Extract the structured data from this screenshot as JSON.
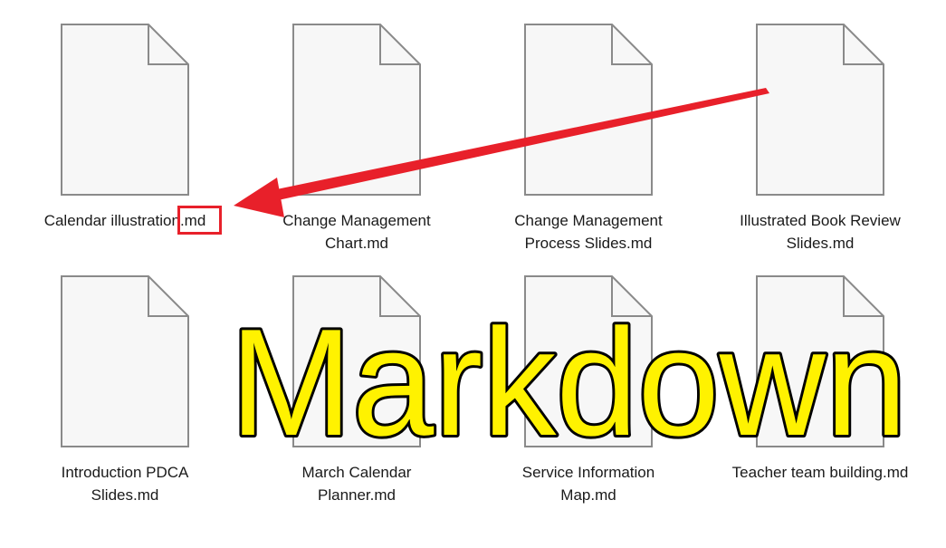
{
  "files": [
    {
      "line1": "Calendar illustration.md",
      "line2": ""
    },
    {
      "line1": "Change Management",
      "line2": "Chart.md"
    },
    {
      "line1": "Change Management",
      "line2": "Process Slides.md"
    },
    {
      "line1": "Illustrated Book Review",
      "line2": "Slides.md"
    },
    {
      "line1": "Introduction PDCA",
      "line2": "Slides.md"
    },
    {
      "line1": "March Calendar",
      "line2": "Planner.md"
    },
    {
      "line1": "Service Information",
      "line2": "Map.md"
    },
    {
      "line1": "Teacher team building.md",
      "line2": ""
    }
  ],
  "annotation": {
    "highlighted_extension": ".md",
    "overlay_text": "Markdown",
    "arrow_color": "#e8202a",
    "overlay_text_color": "#fff200",
    "overlay_outline_color": "#000000"
  },
  "icons": {
    "file": "blank-document-icon"
  }
}
